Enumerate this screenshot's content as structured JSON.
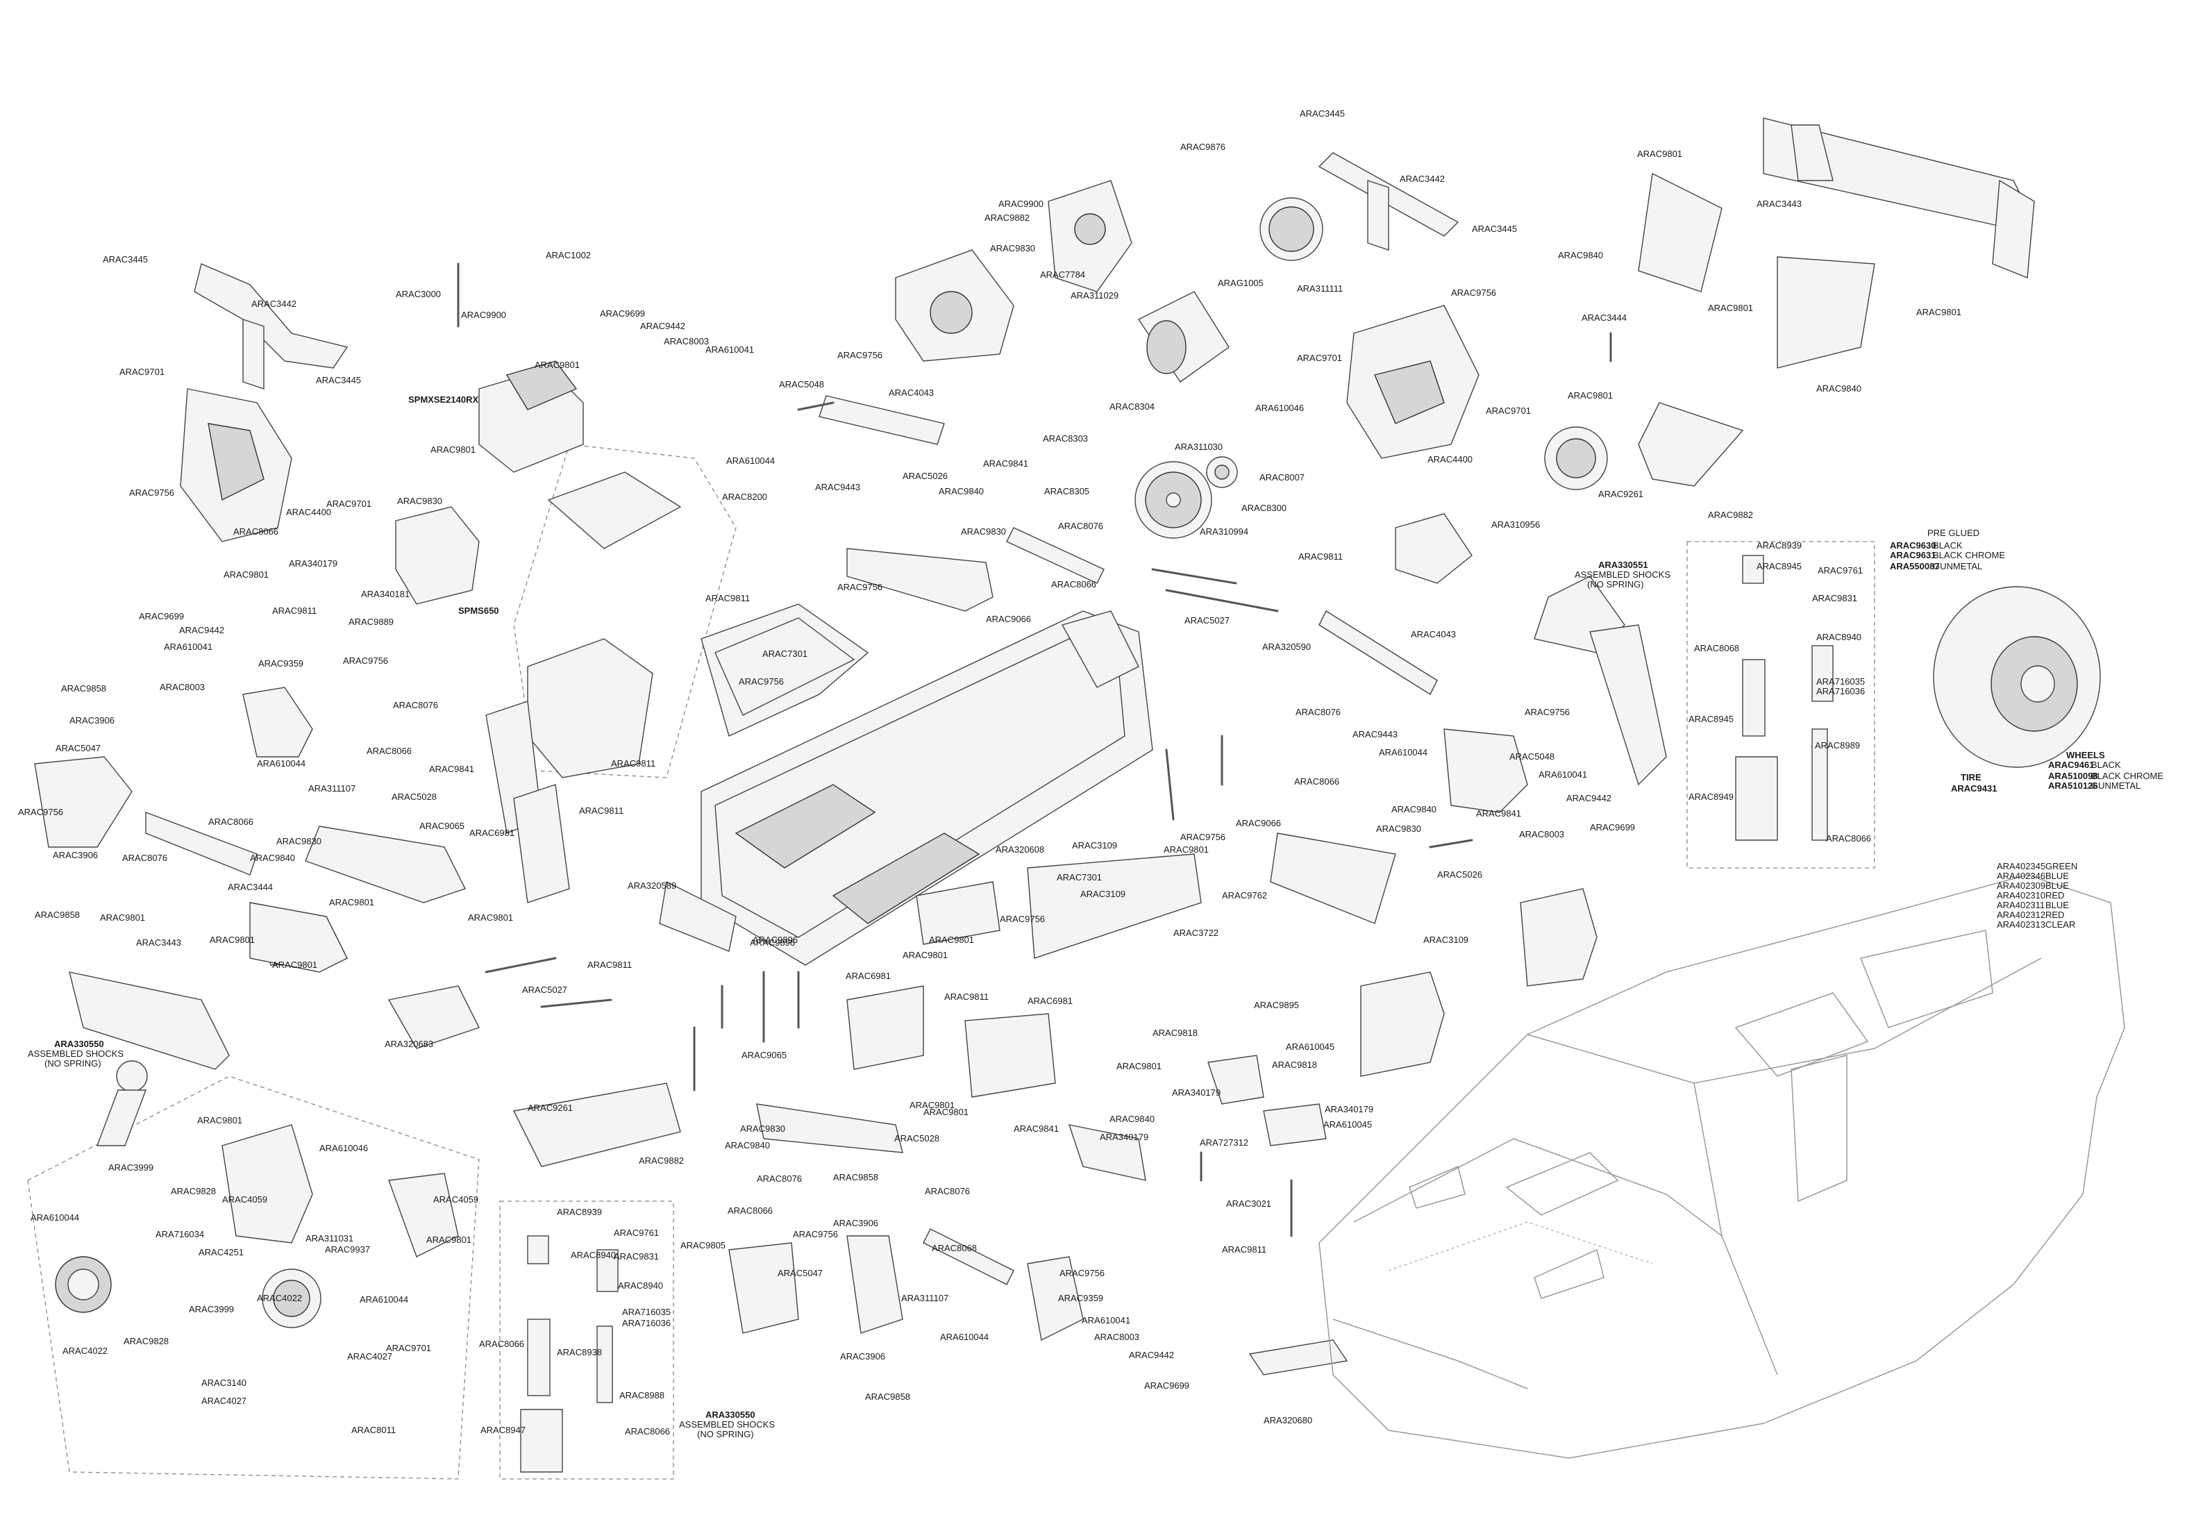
{
  "labels": {
    "a01": "ARAC3445",
    "a02": "ARAC3442",
    "a03": "ARAC3445",
    "a04": "ARAC9701",
    "a05": "ARAC9756",
    "a06": "ARAC4400",
    "a07": "ARAC9701",
    "a08": "ARAC3000",
    "a09": "ARAC9900",
    "a10": "ARAC1002",
    "a11": "ARAC9699",
    "a12": "ARAC9442",
    "a13": "ARAC8003",
    "a14": "ARA610041",
    "a15": "ARAC9801",
    "a16": "SPMXSE2140RX",
    "a17": "ARAC9801",
    "a18": "ARAC9830",
    "a19": "ARAC8200",
    "a20": "ARAC5048",
    "a21": "ARA610044",
    "a22": "ARAC4043",
    "a23": "ARAC9756",
    "a24": "ARAC9443",
    "a25": "ARAC5026",
    "a26": "ARAC9841",
    "a27": "ARAC9840",
    "a28": "ARAC9900",
    "a29": "ARAC9882",
    "a30": "ARAC9830",
    "a31": "ARAC7784",
    "a32": "ARA311029",
    "a33": "ARAC9876",
    "a34": "ARAG1005",
    "a35": "ARA311111",
    "a36": "ARAC3445",
    "a37": "ARAC3442",
    "a38": "ARAC3445",
    "a39": "ARAC9840",
    "a40": "ARAC9756",
    "a41": "ARAC9701",
    "a42": "ARA610046",
    "a43": "ARAC8304",
    "a44": "ARA311030",
    "a45": "ARAC8303",
    "a46": "ARAC8305",
    "a47": "ARAC8300",
    "a48": "ARAC8007",
    "a49": "ARA310994",
    "a50": "ARAC4400",
    "a51": "ARAC9701",
    "a52": "ARAC9801",
    "a53": "ARAC3443",
    "a54": "ARAC9801",
    "a55": "ARAC3444",
    "a56": "ARAC9801",
    "a57": "ARAC9801",
    "a58": "ARAC9840",
    "a59": "ARAC9261",
    "a60": "ARA310956",
    "a61": "ARAC9882",
    "b01": "ARAC8066",
    "b02": "ARA340179",
    "b03": "ARAC9801",
    "b04": "ARA340181",
    "b05": "ARAC9811",
    "b06": "ARAC9889",
    "b07": "SPMS650",
    "b08": "ARAC9699",
    "b09": "ARAC9442",
    "b10": "ARA610041",
    "b11": "ARAC8003",
    "b12": "ARAC9359",
    "b13": "ARAC9756",
    "b14": "ARAC9858",
    "b15": "ARAC3906",
    "b16": "ARAC5047",
    "b17": "ARA610044",
    "b18": "ARAC8076",
    "b19": "ARAC8066",
    "b20": "ARAC9841",
    "b21": "ARA311107",
    "b22": "ARAC5028",
    "b23": "ARAC9756",
    "b24": "ARAC8066",
    "b25": "ARAC8076",
    "b26": "ARAC9830",
    "b27": "ARAC9065",
    "b28": "ARAC9840",
    "b29": "ARAC3906",
    "b30": "ARAC3444",
    "b31": "ARAC9801",
    "b32": "ARAC9858",
    "b33": "ARAC9801",
    "b34": "ARAC3443",
    "b35": "ARAC9801",
    "b36": "ARAC9801",
    "b37": "ARAC9811",
    "b38": "ARAC6981",
    "b39": "ARAC9811",
    "b40": "ARAC9811",
    "b41": "ARAC9801",
    "b42": "ARAC7301",
    "b43": "ARAC9756",
    "b44": "ARAC9756",
    "b45": "ARAC9830",
    "b46": "ARAC8076",
    "b47": "ARAC8066",
    "b48": "ARAC9066",
    "b49": "ARAC9811",
    "b50": "ARAC5027",
    "b51": "ARA320590",
    "b52": "ARAC4043",
    "b53": "ARA320608",
    "b54": "ARA320589",
    "b55": "ARAC5027",
    "b56": "ARAC9811",
    "b57": "ARAC9896",
    "b58": "ARAC3109",
    "b59": "ARAC9801",
    "b60": "ARAC9756",
    "c01": "ARA330551",
    "c02": "ASSEMBLED SHOCKS",
    "c03": "(NO SPRING)",
    "c04": "ARAC8939",
    "c05": "ARAC8945",
    "c06": "ARAC9761",
    "c07": "ARAC9831",
    "c08": "ARAC8068",
    "c09": "ARAC8940",
    "c10": "ARA716035",
    "c11": "ARA716036",
    "c12": "ARAC8945",
    "c13": "ARAC8989",
    "c14": "ARAC8949",
    "c15": "ARAC8066",
    "c16": "ARAC9756",
    "c17": "ARAC8076",
    "c18": "ARAC8066",
    "c19": "ARAC9443",
    "c20": "ARA610044",
    "c21": "ARAC5048",
    "c22": "ARA610041",
    "c23": "ARAC9840",
    "c24": "ARAC9841",
    "c25": "ARAC9442",
    "c26": "ARAC8003",
    "c27": "ARAC9699",
    "c28": "ARAC9830",
    "c29": "ARAC5026",
    "c30": "ARAC9066",
    "d01": "PRE GLUED",
    "d02": "ARAC9630",
    "d03": "BLACK",
    "d04": "ARAC9631",
    "d05": "BLACK CHROME",
    "d06": "ARA550087",
    "d07": "GUNMETAL",
    "d08": "WHEELS",
    "d09": "ARAC9461",
    "d10": "BLACK",
    "d11": "ARA510098",
    "d12": "BLACK CHROME",
    "d13": "ARA510126",
    "d14": "GUNMETAL",
    "d15": "TIRE",
    "d16": "ARAC9431",
    "e01": "ARA402345",
    "e02": "GREEN",
    "e03": "ARA402346",
    "e04": "BLUE",
    "e05": "ARA402309",
    "e06": "BLUE",
    "e07": "ARA402310",
    "e08": "RED",
    "e09": "ARA402311",
    "e10": "BLUE",
    "e11": "ARA402312",
    "e12": "RED",
    "e13": "ARA402313",
    "e14": "CLEAR",
    "f01": "ARAC3109",
    "f02": "ARAC9762",
    "f03": "ARAC3722",
    "f04": "ARAC9895",
    "f05": "ARAC9818",
    "f06": "ARAC9801",
    "f07": "ARA610045",
    "f08": "ARAC9818",
    "f09": "ARA340179",
    "f10": "ARA340179",
    "f11": "ARA610045",
    "f12": "ARA727312",
    "f13": "ARAC3021",
    "f14": "ARAC9811",
    "f15": "ARA320680",
    "f16": "ARAC3109",
    "f17": "ARAC9756",
    "f18": "ARAC7301",
    "f19": "ARAC9801",
    "g01": "ARA330550",
    "g02": "ASSEMBLED SHOCKS",
    "g03": "(NO SPRING)",
    "g04": "ARAC9801",
    "g05": "ARA610046",
    "g06": "ARAC3999",
    "g07": "ARAC9828",
    "g08": "ARAC4059",
    "g09": "ARA610044",
    "g10": "ARA311031",
    "g11": "ARA716034",
    "g12": "ARAC4251",
    "g13": "ARAC9937",
    "g14": "ARAC4059",
    "g15": "ARAC9801",
    "g16": "ARAC4022",
    "g17": "ARAC3999",
    "g18": "ARAC9828",
    "g19": "ARAC4022",
    "g20": "ARA610044",
    "g21": "ARAC4027",
    "g22": "ARAC3140",
    "g23": "ARAC4027",
    "g24": "ARAC9701",
    "g25": "ARAC8011",
    "h01": "ARAC8939",
    "h02": "ARAC9761",
    "h03": "ARAC8940",
    "h04": "ARAC9831",
    "h05": "ARAC8940",
    "h06": "ARA716035",
    "h07": "ARA716036",
    "h08": "ARAC8066",
    "h09": "ARAC8938",
    "h10": "ARAC8988",
    "h11": "ARAC8947",
    "h12": "ARAC8066",
    "h13": "ARA330550",
    "h14": "ASSEMBLED SHOCKS",
    "h15": "(NO SPRING)",
    "i01": "ARA320683",
    "i02": "ARAC9261",
    "i03": "ARAC9882",
    "i04": "ARAC9065",
    "i05": "ARAC9830",
    "i06": "ARAC9840",
    "i07": "ARAC8076",
    "i08": "ARAC8066",
    "i09": "ARAC9858",
    "i10": "ARAC9756",
    "i11": "ARAC3906",
    "i12": "ARAC5047",
    "i13": "ARAC9805",
    "i14": "ARAC3906",
    "i15": "ARAC9858",
    "i16": "ARAC9896",
    "i17": "ARAC6981",
    "i18": "ARAC9801",
    "i19": "ARAC9811",
    "i20": "ARAC6981",
    "i21": "ARAC9801",
    "i22": "ARAC5028",
    "i23": "ARAC9841",
    "i24": "ARAC9840",
    "i25": "ARA340179",
    "i26": "ARAC8076",
    "i27": "ARAC8068",
    "i28": "ARAC9756",
    "i29": "ARA311107",
    "i30": "ARA610044",
    "i31": "ARAC9359",
    "i32": "ARA610041",
    "i33": "ARAC8003",
    "i34": "ARAC9442",
    "i35": "ARAC9699",
    "i36": "ARAC9801"
  }
}
